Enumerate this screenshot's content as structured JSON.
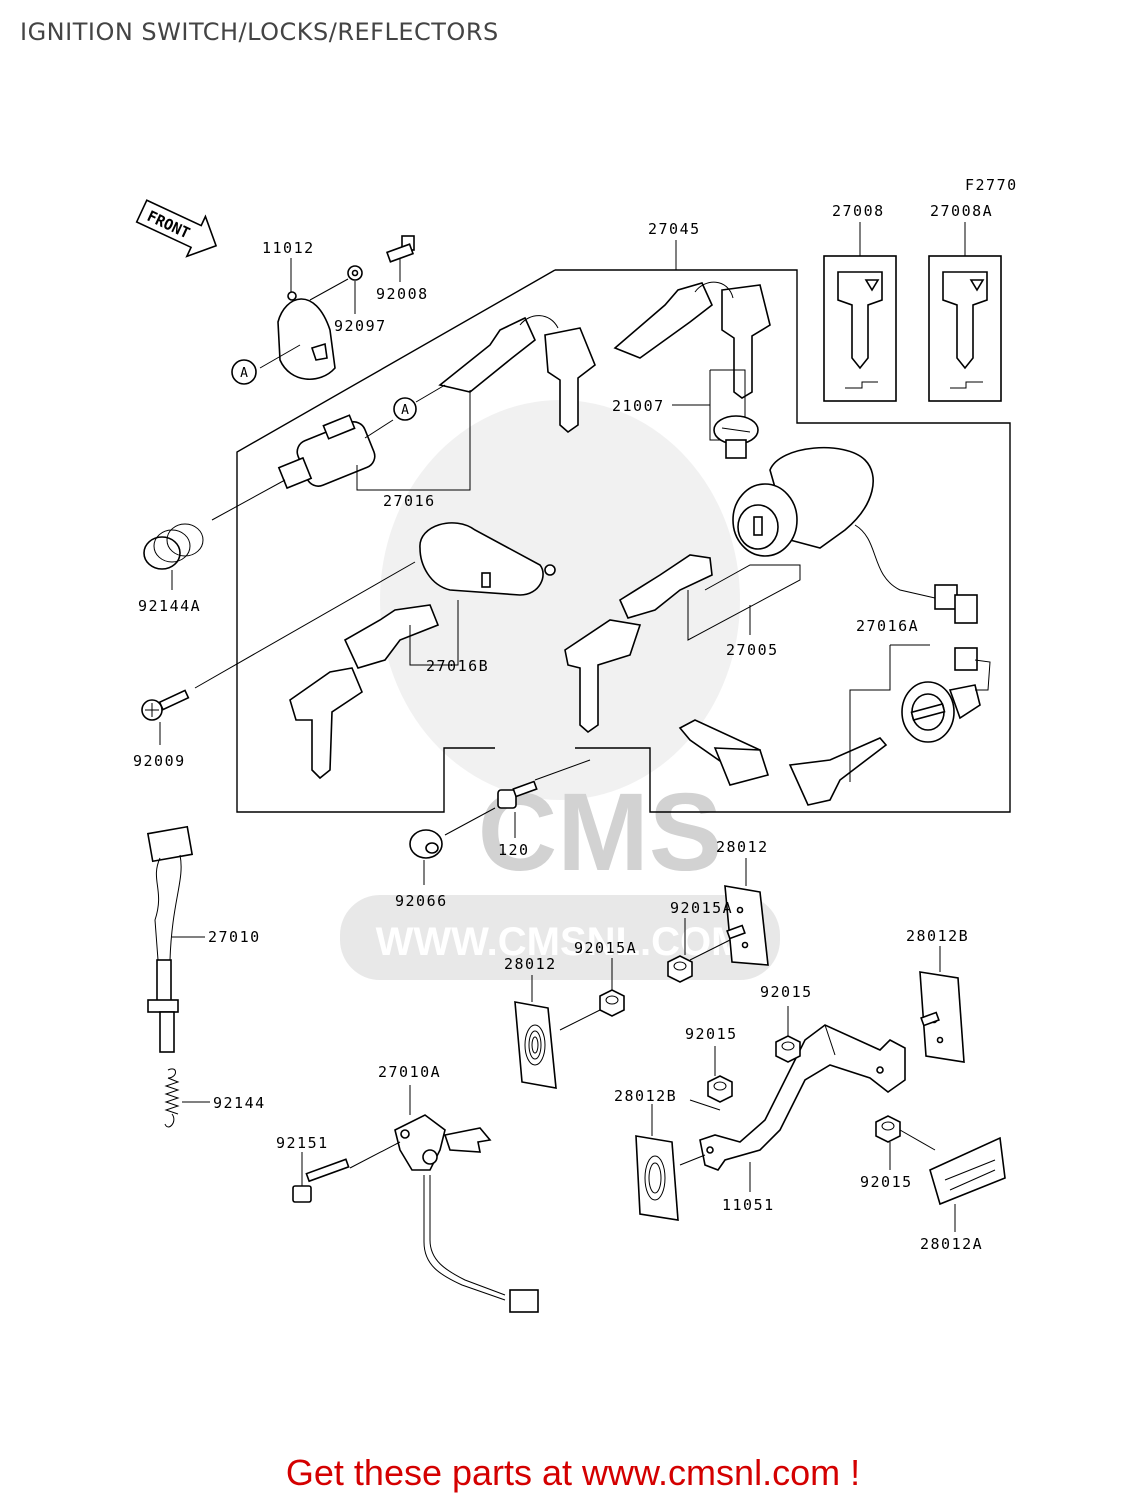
{
  "title": "IGNITION SWITCH/LOCKS/REFLECTORS",
  "figure_code": "F2770",
  "front_label": "FRONT",
  "ref_marker": "A",
  "watermark": {
    "brand": "CMS",
    "url": "WWW.CMSNL.COM"
  },
  "part_labels": {
    "p11012": "11012",
    "p92008": "92008",
    "p92097": "92097",
    "p27045": "27045",
    "p27008": "27008",
    "p27008A": "27008A",
    "p21007": "21007",
    "p27016": "27016",
    "p92144A": "92144A",
    "p27016B": "27016B",
    "p27005": "27005",
    "p27016A": "27016A",
    "p92009": "92009",
    "p120": "120",
    "p92066": "92066",
    "p28012_top": "28012",
    "p92015A_1": "92015A",
    "p92015A_2": "92015A",
    "p28012_left": "28012",
    "p28012B_right": "28012B",
    "p92015_1": "92015",
    "p92015_2": "92015",
    "p92015_3": "92015",
    "p28012B_left": "28012B",
    "p27010": "27010",
    "p27010A": "27010A",
    "p92144": "92144",
    "p92151": "92151",
    "p11051": "11051",
    "p28012A": "28012A"
  },
  "footer": "Get these parts at www.cmsnl.com !"
}
